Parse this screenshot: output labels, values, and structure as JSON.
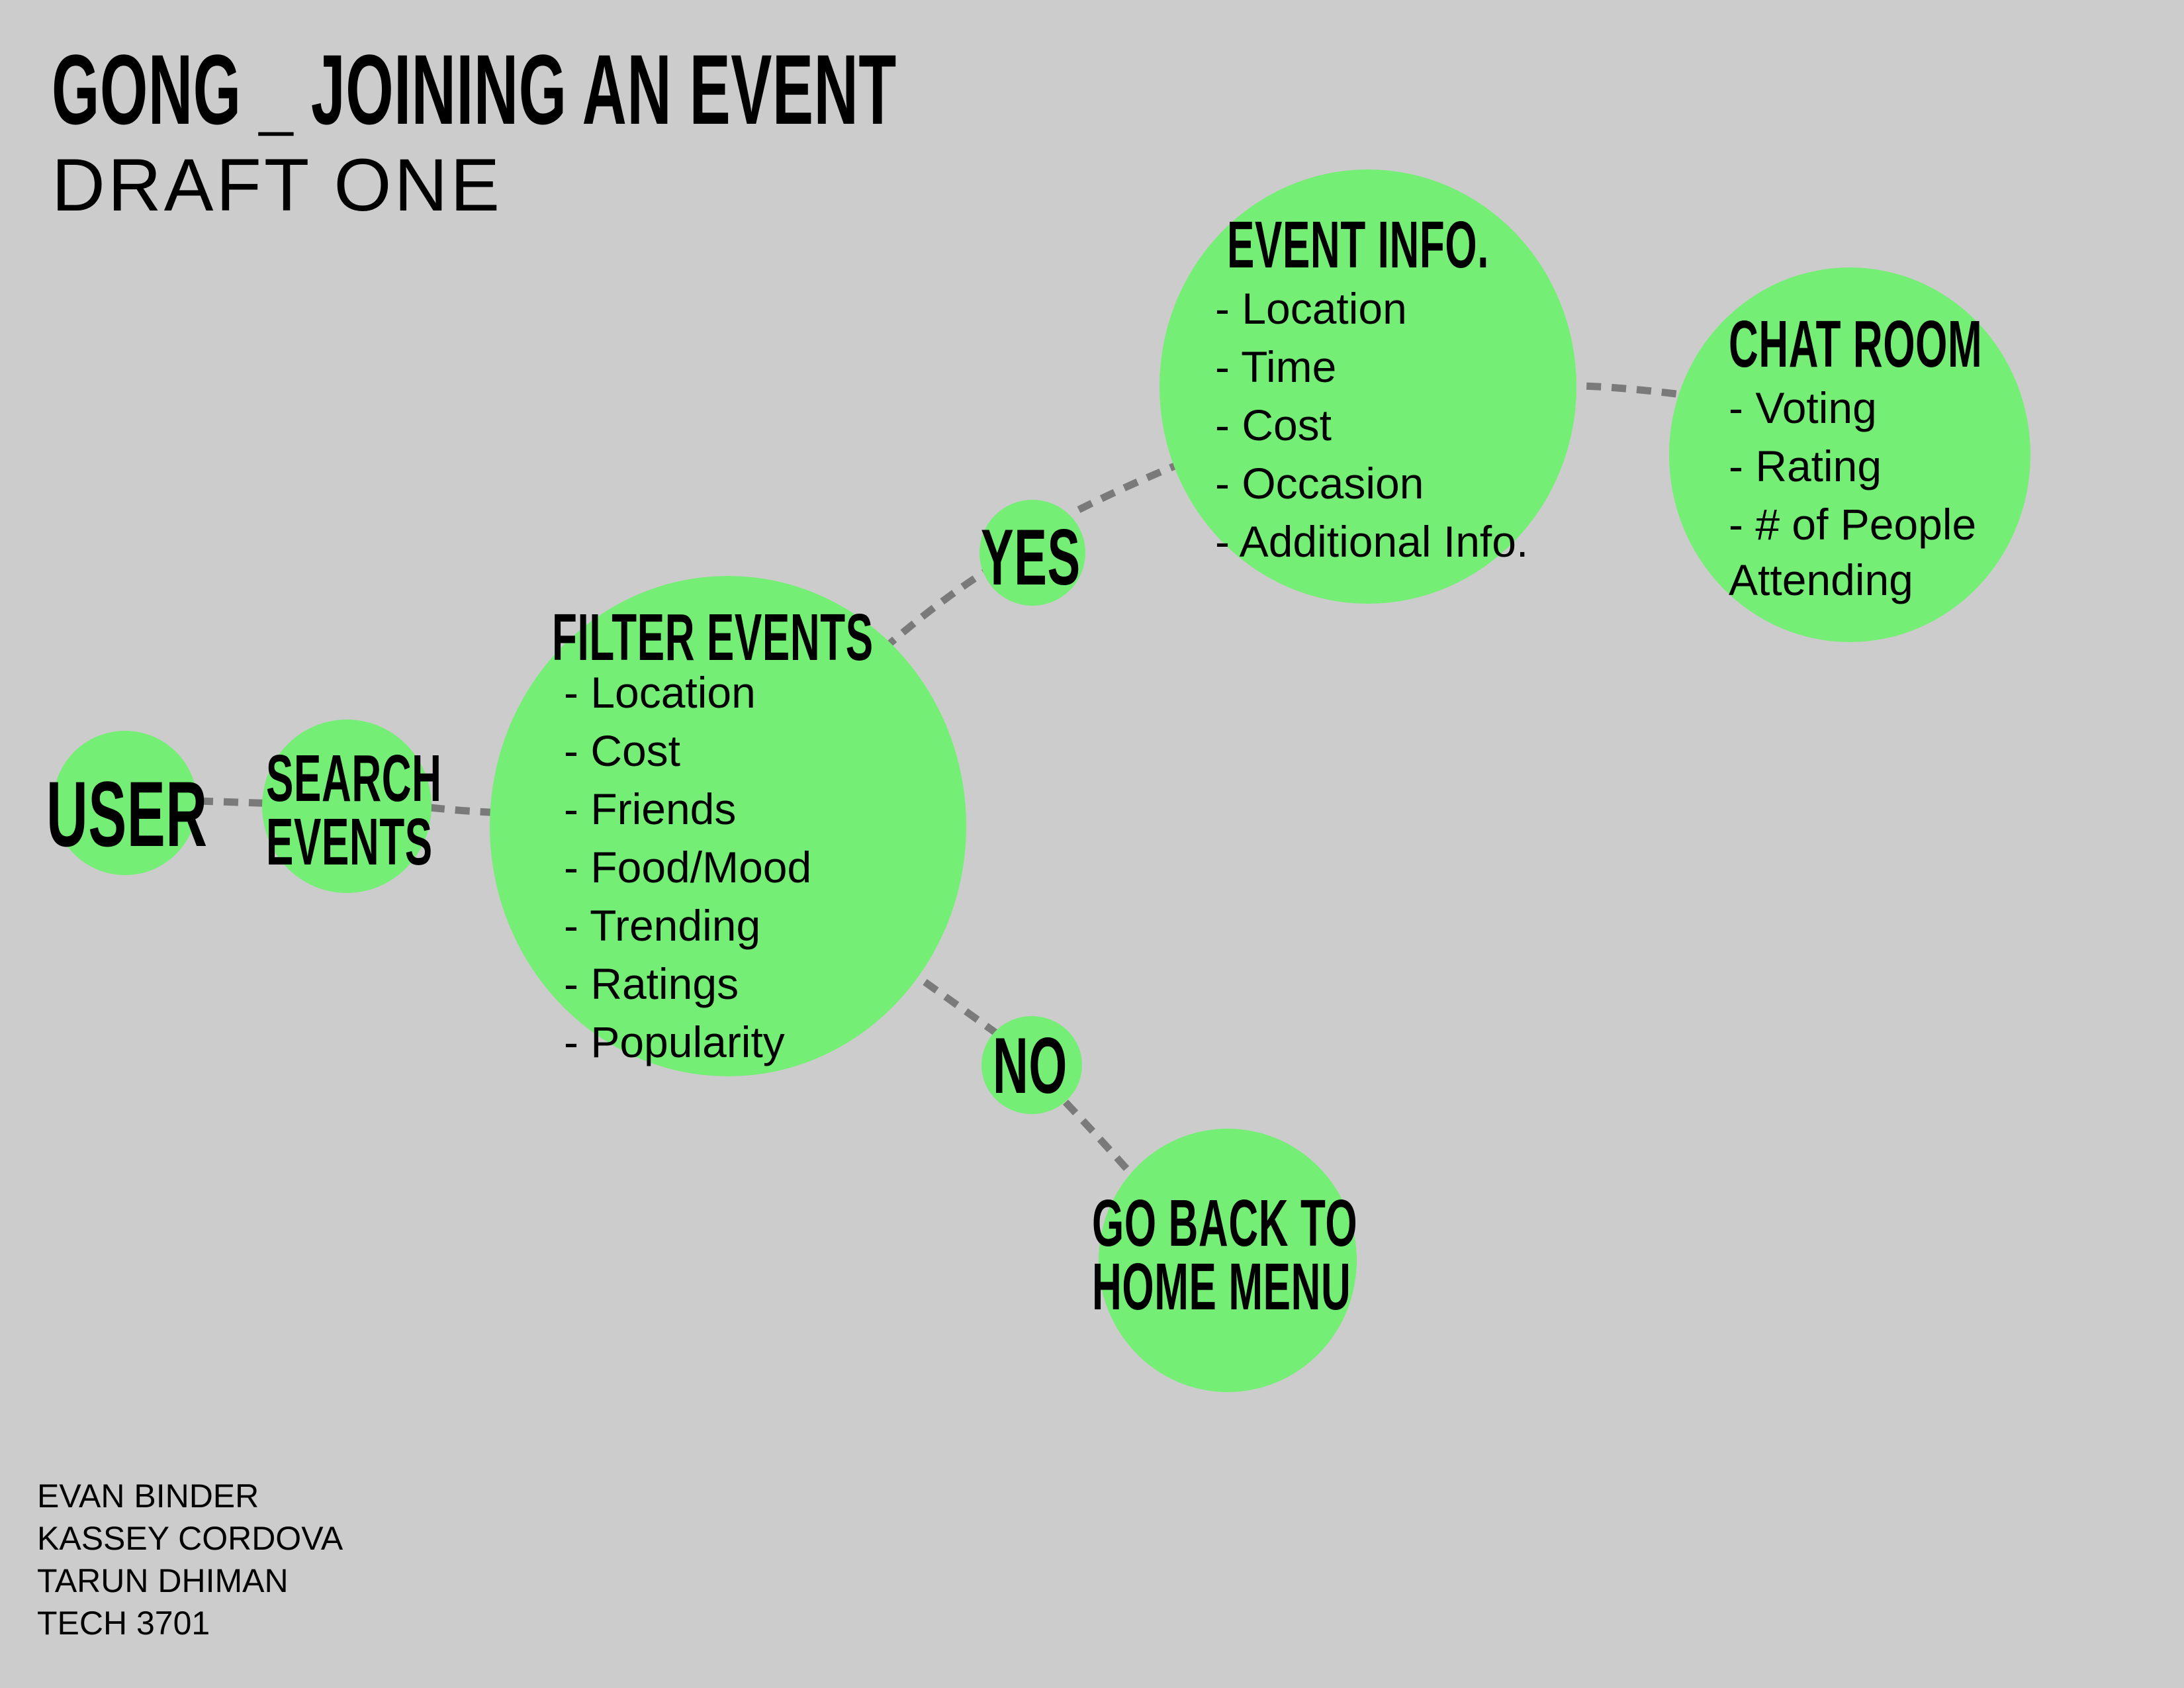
{
  "title": "GONG _ JOINING AN EVENT",
  "subtitle": "DRAFT  ONE",
  "nodes": {
    "user": {
      "label": "USER"
    },
    "search": {
      "label_line1": "SEARCH",
      "label_line2": "EVENTS"
    },
    "filter": {
      "heading": "FILTER EVENTS",
      "items": [
        "- Location",
        "- Cost",
        "- Friends",
        "- Food/Mood",
        "- Trending",
        "- Ratings",
        "- Popularity"
      ]
    },
    "yes": {
      "label": "YES"
    },
    "no": {
      "label": "NO"
    },
    "event_info": {
      "heading": "EVENT INFO.",
      "items": [
        "- Location",
        "- Time",
        "- Cost",
        "- Occasion",
        "- Additional Info."
      ]
    },
    "chatroom": {
      "heading": "CHAT ROOM",
      "items": [
        "- Voting",
        "- Rating",
        "- # of People",
        "Attending"
      ]
    },
    "home": {
      "label_line1": "GO BACK TO",
      "label_line2": "HOME MENU"
    }
  },
  "credits": [
    "EVAN BINDER",
    "KASSEY CORDOVA",
    "TARUN DHIMAN",
    "TECH 3701"
  ],
  "colors": {
    "background": "#cccccc",
    "node": "#74ee74",
    "connector": "#7a7a7a",
    "text": "#000000"
  }
}
